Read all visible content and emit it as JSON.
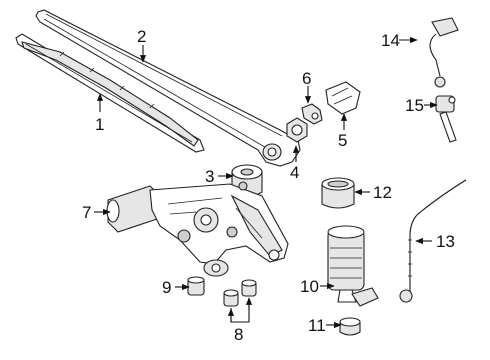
{
  "diagram": {
    "parts": [
      {
        "key": "wiper_blade",
        "number": "1"
      },
      {
        "key": "wiper_arm",
        "number": "2"
      },
      {
        "key": "arm_grommet",
        "number": "3"
      },
      {
        "key": "arm_nut",
        "number": "4"
      },
      {
        "key": "arm_cap",
        "number": "5"
      },
      {
        "key": "cap_clip",
        "number": "6"
      },
      {
        "key": "wiper_motor",
        "number": "7"
      },
      {
        "key": "motor_mount_grommets",
        "number": "8"
      },
      {
        "key": "motor_bushing",
        "number": "9"
      },
      {
        "key": "washer_pump",
        "number": "10"
      },
      {
        "key": "pump_grommet",
        "number": "11"
      },
      {
        "key": "pump_seal",
        "number": "12"
      },
      {
        "key": "washer_hose",
        "number": "13"
      },
      {
        "key": "hose_connector",
        "number": "14"
      },
      {
        "key": "washer_nozzle",
        "number": "15"
      }
    ]
  }
}
